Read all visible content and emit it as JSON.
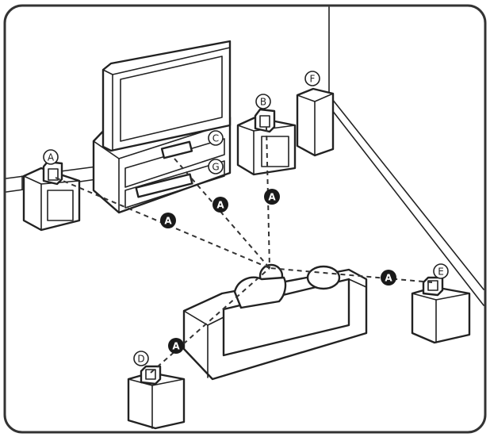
{
  "labels": {
    "front_left": "A",
    "front_right": "B",
    "center": "C",
    "rear_left": "D",
    "rear_right": "E",
    "subwoofer": "F",
    "receiver": "G",
    "distance": "A"
  },
  "colors": {
    "line": "#222222",
    "marker_fill": "#1a1a1a",
    "marker_text": "#ffffff",
    "background": "#ffffff"
  }
}
